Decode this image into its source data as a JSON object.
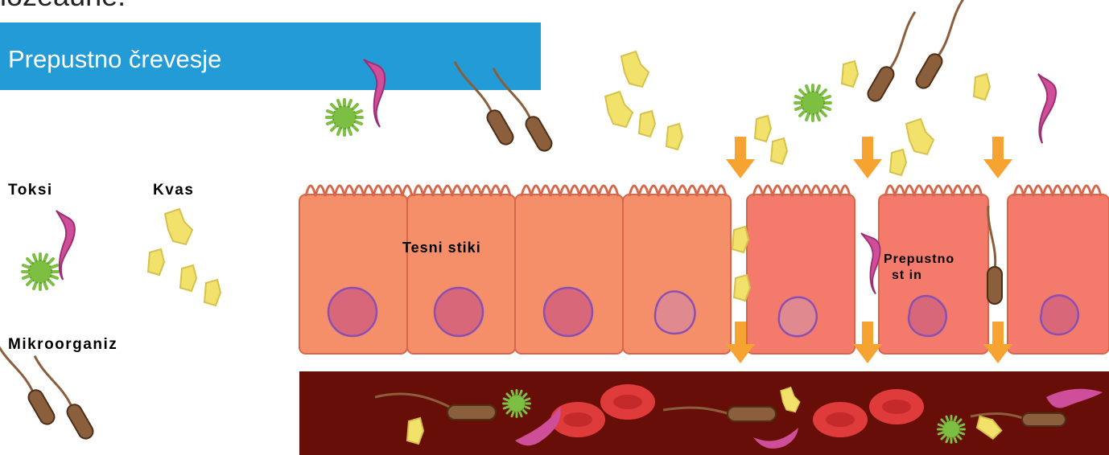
{
  "header": {
    "title_cut": "ložeauhe.",
    "banner_title": "Prepustno črevesje"
  },
  "legend": {
    "toxins_label": "Toksi",
    "yeast_label": "Kvas",
    "microbes_label": "Mikroorganiz"
  },
  "diagram": {
    "tight_junctions_label": "Tesni stiki",
    "permeability_label_line1": "Prepustno",
    "permeability_label_line2": "st in",
    "colors": {
      "banner": "#229bd6",
      "cell_healthy": "#f48f6a",
      "cell_damaged": "#f47a6c",
      "nucleus": "#d8677a",
      "nucleus_border": "#8a4fb1",
      "blood_vessel": "#680e08",
      "red_blood_cell": "#e03b3b",
      "arrow": "#f7a331",
      "toxin": "#7cbf42",
      "parasite": "#cf4e9a",
      "yeast": "#f2e26b",
      "bacteria": "#8b5e3c"
    }
  }
}
